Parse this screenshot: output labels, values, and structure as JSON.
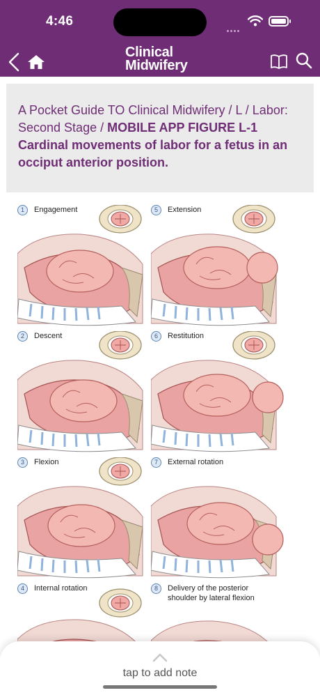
{
  "status": {
    "time": "4:46"
  },
  "app": {
    "logo_line1": "Clinical",
    "logo_line2": "Midwifery"
  },
  "breadcrumb": {
    "path": "A Pocket Guide TO Clinical Midwifery / L / Labor: Second Stage /",
    "figure_title": "MOBILE APP FIGURE L-1 Cardinal movements of labor for a fetus in an occiput anterior position."
  },
  "figure": {
    "panels": [
      {
        "num": "1",
        "label": "Engagement"
      },
      {
        "num": "5",
        "label": "Extension"
      },
      {
        "num": "2",
        "label": "Descent"
      },
      {
        "num": "6",
        "label": "Restitution"
      },
      {
        "num": "3",
        "label": "Flexion"
      },
      {
        "num": "7",
        "label": "External rotation"
      },
      {
        "num": "4",
        "label": "Internal rotation"
      },
      {
        "num": "8",
        "label": "Delivery of the posterior shoulder by lateral flexion"
      }
    ]
  },
  "note": {
    "label": "tap to add note"
  },
  "icons": [
    "back-icon",
    "home-icon",
    "book-icon",
    "search-icon",
    "wifi-icon",
    "battery-icon",
    "chevron-up-icon"
  ],
  "colors": {
    "brand": "#6e2d74",
    "crumb_bg": "#ebebeb",
    "tissue": "#e9a3a3",
    "fetus": "#f4b8b2"
  }
}
